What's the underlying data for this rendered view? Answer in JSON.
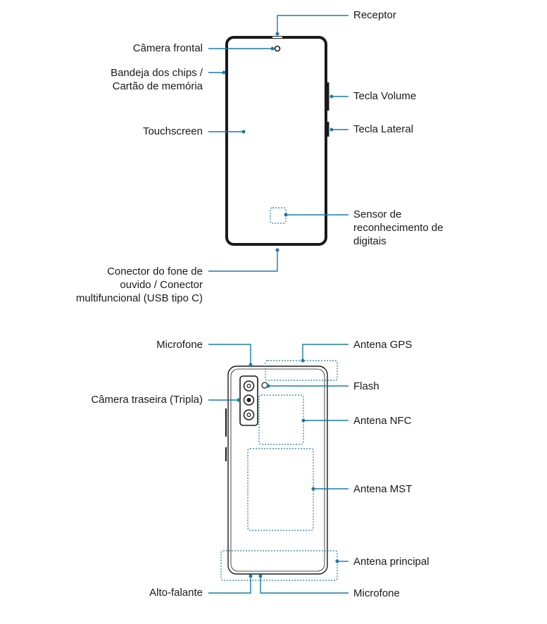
{
  "accent_color": "#1a7aa8",
  "front": {
    "labels": {
      "receptor": "Receptor",
      "camera_frontal": "Câmera frontal",
      "bandeja_1": "Bandeja dos chips /",
      "bandeja_2": "Cartão de memória",
      "tecla_volume": "Tecla Volume",
      "tecla_lateral": "Tecla Lateral",
      "touchscreen": "Touchscreen",
      "sensor_1": "Sensor de",
      "sensor_2": "reconhecimento de",
      "sensor_3": "digitais",
      "conector_1": "Conector do fone de",
      "conector_2": "ouvido / Conector",
      "conector_3": "multifuncional (USB tipo C)"
    }
  },
  "back": {
    "labels": {
      "microfone_top": "Microfone",
      "antena_gps": "Antena GPS",
      "camera_traseira": "Câmera traseira (Tripla)",
      "flash": "Flash",
      "antena_nfc": "Antena NFC",
      "antena_mst": "Antena MST",
      "antena_principal": "Antena principal",
      "alto_falante": "Alto-falante",
      "microfone_bottom": "Microfone"
    }
  }
}
